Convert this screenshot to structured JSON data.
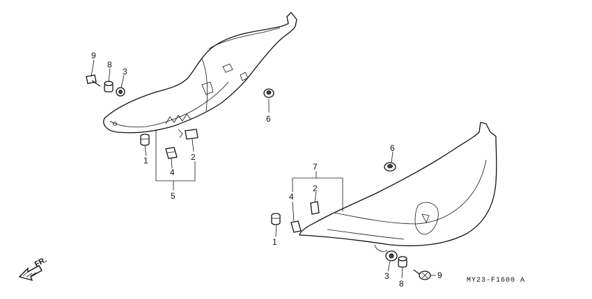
{
  "callouts": {
    "upper_left": {
      "c9": "9",
      "c8": "8",
      "c3": "3",
      "c6": "6",
      "c1": "1",
      "c4": "4",
      "c2": "2",
      "c5": "5"
    },
    "lower_right": {
      "c7": "7",
      "c4": "4",
      "c2": "2",
      "c6": "6",
      "c1": "1",
      "c3": "3",
      "c8": "8",
      "c9": "9"
    }
  },
  "direction_label": "FR.",
  "diagram_code": "MY23-F1600 A"
}
